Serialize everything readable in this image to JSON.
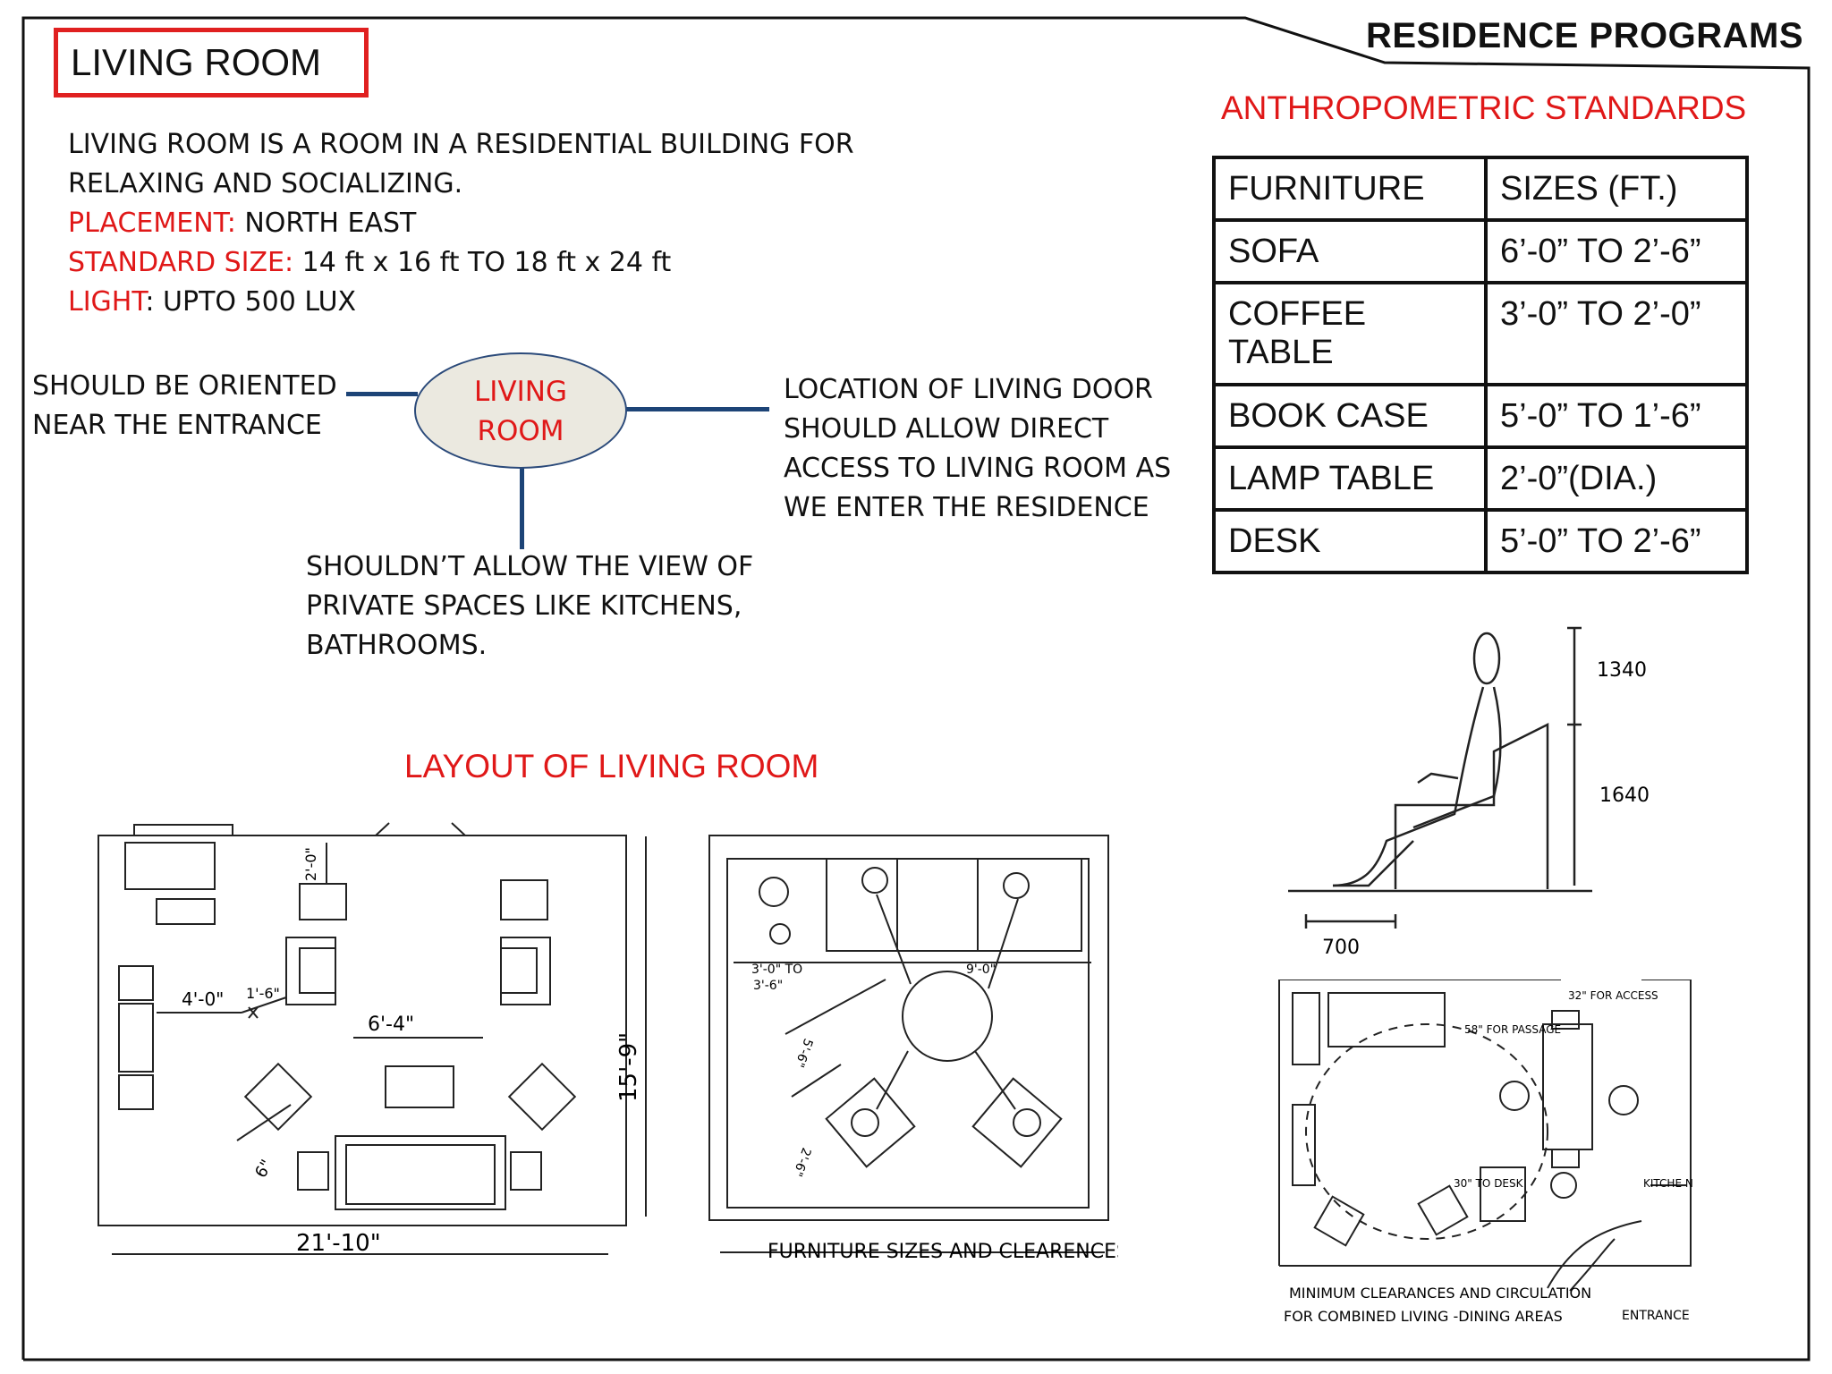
{
  "header": {
    "title": "RESIDENCE PROGRAMS"
  },
  "room_title": "LIVING ROOM",
  "intro": {
    "line1": "LIVING ROOM IS A ROOM IN A RESIDENTIAL BUILDING FOR",
    "line2": "RELAXING AND SOCIALIZING.",
    "placement_label": "PLACEMENT:",
    "placement_value": " NORTH EAST",
    "size_label": "STANDARD SIZE:",
    "size_value": " 14 ft x 16 ft TO 18 ft x 24 ft",
    "light_label": "LIGHT",
    "light_value": ": UPTO 500 LUX"
  },
  "diagram": {
    "center_line1": "LIVING",
    "center_line2": "ROOM",
    "left_line1": "SHOULD BE ORIENTED",
    "left_line2": "NEAR THE ENTRANCE",
    "right_line1": "LOCATION OF LIVING DOOR",
    "right_line2": "SHOULD ALLOW DIRECT",
    "right_line3": "ACCESS TO LIVING ROOM AS",
    "right_line4": "WE ENTER THE RESIDENCE",
    "bottom_line1": "SHOULDN’T ALLOW THE VIEW OF",
    "bottom_line2": "PRIVATE SPACES LIKE KITCHENS,",
    "bottom_line3": "BATHROOMS."
  },
  "standards": {
    "title": "ANTHROPOMETRIC STANDARDS",
    "header_furniture": "FURNITURE",
    "header_sizes": "SIZES (FT.)",
    "rows": [
      {
        "furniture": "SOFA",
        "size": "6’-0” TO 2’-6”"
      },
      {
        "furniture": "COFFEE TABLE",
        "size": "3’-0” TO 2’-0”"
      },
      {
        "furniture": "BOOK CASE",
        "size": "5’-0” TO 1’-6”"
      },
      {
        "furniture": "LAMP TABLE",
        "size": "2’-0”(DIA.)"
      },
      {
        "furniture": "DESK",
        "size": "5’-0” TO 2’-6”"
      }
    ]
  },
  "layout": {
    "title": "LAYOUT OF LIVING ROOM",
    "plan1": {
      "dim_width": "21'-10\"",
      "dim_height": "15'-9\"",
      "dim_6_4": "6'-4\"",
      "dim_4_0": "4'-0\"",
      "dim_1_6": "1'-6\"",
      "dim_2_0": "2'-0\"",
      "dim_6": "6\""
    },
    "plan2": {
      "caption": "FURNITURE SIZES AND CLEARENCES",
      "dim_a": "3'-0\" TO",
      "dim_b": "3'-6\"",
      "dim_c": "9'-0\"",
      "dim_d": "5'-6\"",
      "dim_e": "2'-6\""
    },
    "sketch": {
      "dim_1340": "1340",
      "dim_1640": "1640",
      "dim_700": "700"
    },
    "plan3": {
      "caption_line1": "MINIMUM CLEARANCES AND CIRCULATION",
      "caption_line2": "FOR COMBINED LIVING -DINING AREAS",
      "note_access": "32\" FOR ACCESS",
      "note_passage": "58\" FOR PASSAGE",
      "note_desk": "30\" TO DESK",
      "kitchen_label": "KITCHE N",
      "entrance_label": "ENTRANCE"
    }
  }
}
